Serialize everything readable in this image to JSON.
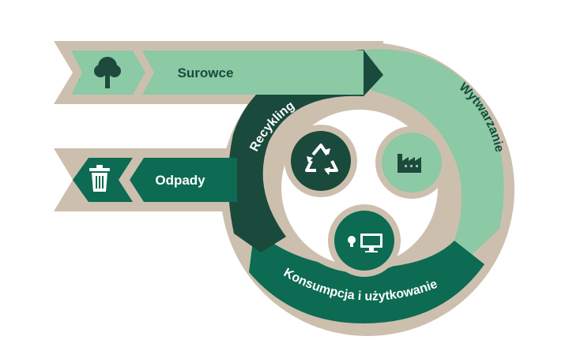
{
  "stages": {
    "raw_materials": "Surowce",
    "production": "Wytwarzanie",
    "consumption": "Konsumpcja i użytkowanie",
    "recycling": "Recykling",
    "waste": "Odpady"
  },
  "icons": {
    "raw_materials": "tree-icon",
    "waste": "trash-can-icon",
    "recycling": "recycle-icon",
    "production": "factory-icon",
    "consumption": [
      "light-bulb-icon",
      "monitor-icon"
    ]
  },
  "colors": {
    "beige": "#cdbfae",
    "light_green": "#8cc9a5",
    "dark_teal": "#1a4a3c",
    "green": "#0c6b52",
    "icon_dark": "#1d4a3d",
    "white": "#ffffff"
  }
}
